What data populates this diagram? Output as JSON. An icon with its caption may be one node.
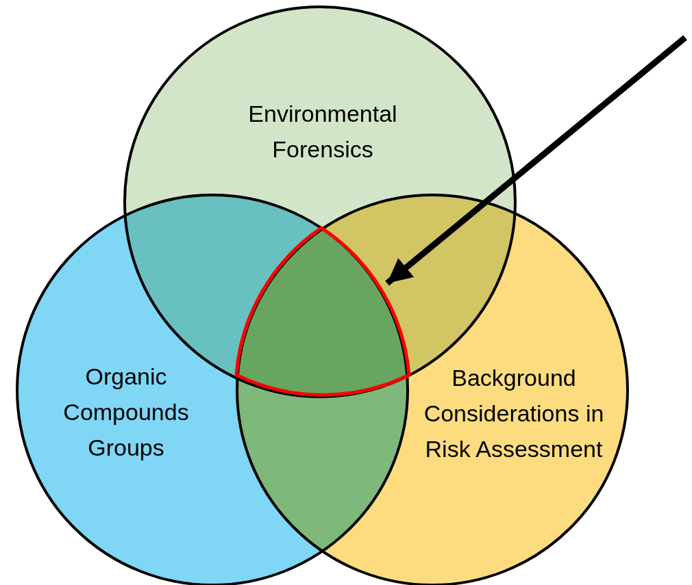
{
  "diagram": {
    "nodes": [
      {
        "text": [
          "Environmental Forensics"
        ]
      },
      {
        "text": [
          "Organic Compounds Groups"
        ]
      },
      {
        "text": [
          "Background Considerations in Risk Assessment"
        ]
      },
      {
        "text": [],
        "shape": "triangle"
      }
    ],
    "edges": [
      {
        "from": null,
        "to": 3,
        "arrow": "to"
      }
    ]
  }
}
